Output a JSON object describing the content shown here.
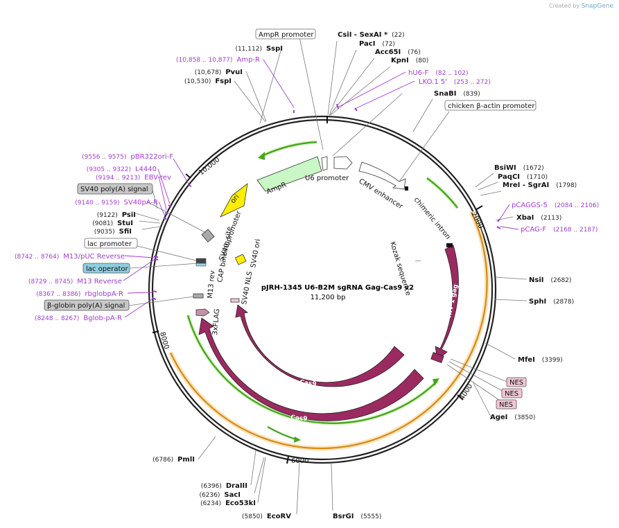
{
  "brand": {
    "created_by": "Created by",
    "name": "SnapGene"
  },
  "title": "pJRH-1345 U6-B2M sgRNA Gag-Cas9 v2",
  "length": "11,200 bp",
  "ticks": [
    "2000",
    "4000",
    "6000",
    "8000",
    "10,000"
  ],
  "right_labels": [
    {
      "name": "CsiI",
      "extra": " - SexAI *",
      "pos": "(22)"
    },
    {
      "name": "PacI",
      "extra": "",
      "pos": "(72)"
    },
    {
      "name": "Acc65I",
      "extra": "",
      "pos": "(76)"
    },
    {
      "name": "KpnI",
      "extra": "",
      "pos": "(80)"
    },
    {
      "name": "hU6-F",
      "extra": "",
      "pos": "(82 .. 102)",
      "primer": true
    },
    {
      "name": "LKO.1 5'",
      "extra": "",
      "pos": "(253 .. 272)",
      "primer": true
    },
    {
      "name": "SnaBI",
      "extra": "",
      "pos": "(839)"
    },
    {
      "name": "chicken β-actin promoter",
      "extra": "",
      "pos": "",
      "boxed": true
    },
    {
      "name": "BsiWI",
      "extra": "",
      "pos": "(1672)"
    },
    {
      "name": "PaqCI",
      "extra": "",
      "pos": "(1710)"
    },
    {
      "name": "MreI",
      "extra": " - SgrAI",
      "pos": "(1798)"
    },
    {
      "name": "pCAGGS-5",
      "extra": "",
      "pos": "(2084 .. 2106)",
      "primer": true
    },
    {
      "name": "XbaI",
      "extra": "",
      "pos": "(2113)"
    },
    {
      "name": "pCAG-F",
      "extra": "",
      "pos": "(2168 .. 2187)",
      "primer": true
    },
    {
      "name": "NsiI",
      "extra": "",
      "pos": "(2682)"
    },
    {
      "name": "SphI",
      "extra": "",
      "pos": "(2878)"
    },
    {
      "name": "MfeI",
      "extra": "",
      "pos": "(3399)"
    },
    {
      "name": "NES",
      "extra": "",
      "pos": "",
      "nes": true
    },
    {
      "name": "NES",
      "extra": "",
      "pos": "",
      "nes": true
    },
    {
      "name": "NES",
      "extra": "",
      "pos": "",
      "nes": true
    },
    {
      "name": "AgeI",
      "extra": "",
      "pos": "(3850)"
    },
    {
      "name": "BsrGI",
      "extra": "",
      "pos": "(5555)"
    }
  ],
  "left_labels": [
    {
      "name": "AmpR promoter",
      "pos": "",
      "boxed": true
    },
    {
      "name": "SspI",
      "pos": "(11,112)"
    },
    {
      "name": "Amp-R",
      "pos": "(10,858 .. 10,877)",
      "primer": true
    },
    {
      "name": "PvuI",
      "pos": "(10,678)"
    },
    {
      "name": "FspI",
      "pos": "(10,530)"
    },
    {
      "name": "pBR322ori-F",
      "pos": "(9556 .. 9575)",
      "primer": true
    },
    {
      "name": "L4440",
      "pos": "(9305 .. 9322)",
      "primer": true
    },
    {
      "name": "EBV-rev",
      "pos": "(9194 .. 9213)",
      "primer": true
    },
    {
      "name": "SV40 poly(A) signal",
      "pos": "",
      "grey": true
    },
    {
      "name": "SV40pA-R",
      "pos": "(9140 .. 9159)",
      "primer": true
    },
    {
      "name": "PsiI",
      "pos": "(9122)"
    },
    {
      "name": "StuI",
      "pos": "(9081)"
    },
    {
      "name": "SfiI",
      "pos": "(9035)"
    },
    {
      "name": "lac promoter",
      "pos": "",
      "boxed": true
    },
    {
      "name": "M13/pUC Reverse",
      "pos": "(8742 .. 8764)",
      "primer": true
    },
    {
      "name": "lac operator",
      "pos": "",
      "blue": true
    },
    {
      "name": "M13 Reverse",
      "pos": "(8729 .. 8745)",
      "primer": true
    },
    {
      "name": "rbglobpA-R",
      "pos": "(8367 .. 8386)",
      "primer": true
    },
    {
      "name": "β-globin poly(A) signal",
      "pos": "",
      "grey": true
    },
    {
      "name": "Bglob-pA-R",
      "pos": "(8248 .. 8267)",
      "primer": true
    },
    {
      "name": "PmlI",
      "pos": "(6786)"
    },
    {
      "name": "DraIII",
      "pos": "(6396)"
    },
    {
      "name": "SacI",
      "pos": "(6236)"
    },
    {
      "name": "Eco53kI",
      "pos": "(6234)"
    },
    {
      "name": "EcoRV",
      "pos": "(5850)"
    }
  ],
  "features": {
    "u6": "U6 promoter",
    "cmv": "CMV enhancer",
    "intron": "chimeric intron",
    "kozak": "Kozak sequence",
    "gag": "HIV-1 gag",
    "cas9_inner": "Cas9",
    "cas9_outer": "Cas9",
    "ampr": "AmpR",
    "ori": "ori",
    "sv40prom": "SV40 promoter",
    "sv40ori": "SV40 ori",
    "sv40nls": "SV40 NLS",
    "cap": "CAP binding site",
    "m13rev": "M13 rev",
    "flag": "3xFLAG"
  },
  "colors": {
    "backbone": "#222222",
    "primer": "#a23cd0",
    "gag": "#9b2a60",
    "cas9": "#9b2a60",
    "ampr": "#c9f7c5",
    "ori": "#ffee00",
    "orf_green": "#46a61e",
    "orf_orange": "#e8a23c"
  }
}
